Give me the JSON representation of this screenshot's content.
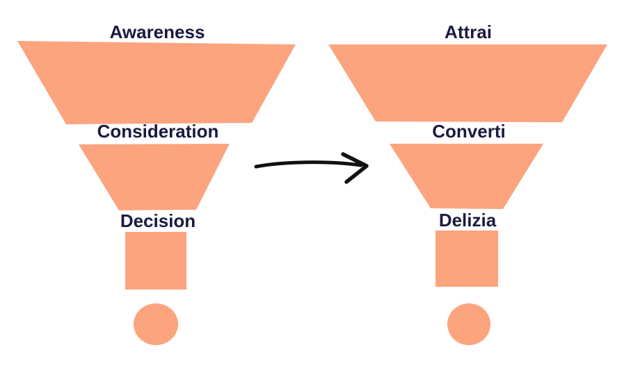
{
  "colors": {
    "background": "#FFFFFF",
    "funnel": "#FCA47E",
    "label": "#1A1A40",
    "arrow": "#111111"
  },
  "left_funnel": {
    "stages": [
      {
        "label": "Awareness"
      },
      {
        "label": "Consideration"
      },
      {
        "label": "Decision"
      }
    ]
  },
  "right_funnel": {
    "stages": [
      {
        "label": "Attrai"
      },
      {
        "label": "Converti"
      },
      {
        "label": "Delizia"
      }
    ]
  }
}
